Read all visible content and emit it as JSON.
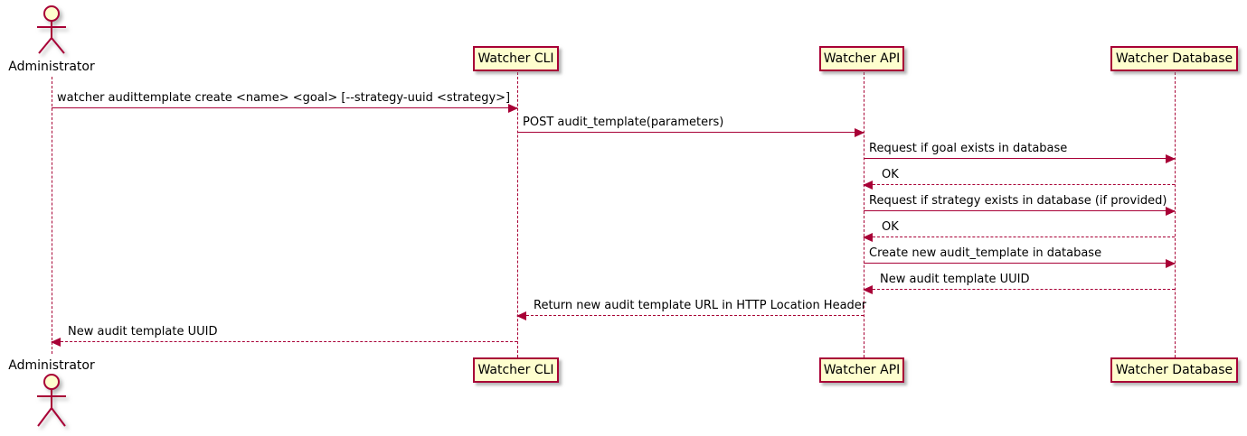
{
  "diagram": {
    "type": "plantuml-sequence",
    "colors": {
      "accent": "#A80036",
      "participant_fill": "#FEFECE",
      "text": "#000000",
      "background": "#FFFFFF"
    },
    "actor": {
      "name": "Administrator",
      "icon": "stick-figure"
    },
    "participants": [
      {
        "label": "Watcher CLI"
      },
      {
        "label": "Watcher API"
      },
      {
        "label": "Watcher Database"
      }
    ],
    "messages": [
      {
        "from": "Administrator",
        "to": "Watcher CLI",
        "style": "solid",
        "label": "watcher audittemplate create <name> <goal> [--strategy-uuid <strategy>]"
      },
      {
        "from": "Watcher CLI",
        "to": "Watcher API",
        "style": "solid",
        "label": "POST audit_template(parameters)"
      },
      {
        "from": "Watcher API",
        "to": "Watcher Database",
        "style": "solid",
        "label": "Request if goal exists in database"
      },
      {
        "from": "Watcher Database",
        "to": "Watcher API",
        "style": "dashed",
        "label": "OK"
      },
      {
        "from": "Watcher API",
        "to": "Watcher Database",
        "style": "solid",
        "label": "Request if strategy exists in database (if provided)"
      },
      {
        "from": "Watcher Database",
        "to": "Watcher API",
        "style": "dashed",
        "label": "OK"
      },
      {
        "from": "Watcher API",
        "to": "Watcher Database",
        "style": "solid",
        "label": "Create new audit_template in database"
      },
      {
        "from": "Watcher Database",
        "to": "Watcher API",
        "style": "dashed",
        "label": "New audit template UUID"
      },
      {
        "from": "Watcher API",
        "to": "Watcher CLI",
        "style": "dashed",
        "label": "Return new audit template URL in HTTP Location Header"
      },
      {
        "from": "Watcher CLI",
        "to": "Administrator",
        "style": "dashed",
        "label": "New audit template UUID"
      }
    ]
  }
}
